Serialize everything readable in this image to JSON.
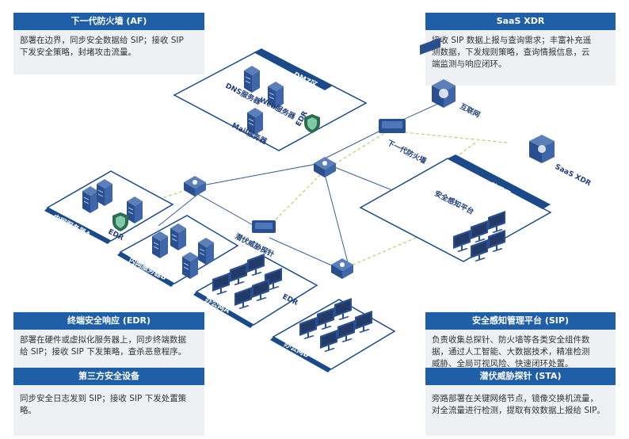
{
  "cards": {
    "af": {
      "title": "下一代防火墙 (AF)",
      "lines": [
        "部署在边界，同步安全数据给 SIP；接收 SIP",
        "下发安全策略，封堵攻击流量。"
      ]
    },
    "xdr": {
      "title": "SaaS XDR",
      "lines": [
        "接收 SIP 数据上报与查询需求；丰富补充遥",
        "测数据，下发规则策略，查询情报信息，云",
        "端监测与响应闭环。"
      ]
    },
    "edr": {
      "title": "终端安全响应 (EDR)",
      "lines": [
        "部署在硬件或虚拟化服务器上，同步终端数据",
        "给 SIP；接收 SIP 下发策略，查杀恶意程序。"
      ]
    },
    "third": {
      "title": "第三方安全设备",
      "lines": [
        "同步安全日志发到 SIP；接收 SIP 下发处置策",
        "略。"
      ]
    },
    "sip": {
      "title": "安全感知管理平台 (SIP)",
      "lines": [
        "负责收集总探针、防火墙等各类安全组件数",
        "据，通过人工智能、大数据技术，精准检测",
        "威胁、全局可视风险、快速闭环处置。"
      ]
    },
    "sta": {
      "title": "潜伏威胁探针 (STA)",
      "lines": [
        "旁路部署在关键网络节点，镜像交换机流量，",
        "对全流量进行检测，提取有效数据上报给 SIP。"
      ]
    }
  },
  "diagram": {
    "zones": {
      "dmz": "DMZ区",
      "mgmt": "管理区",
      "server_a": "内网服务器A",
      "server_b": "内网服务器B",
      "office_a": "办公网A",
      "office_b": "办公网B"
    },
    "nodes": {
      "dns": "DNS服务器",
      "web": "Web服务器",
      "mail": "Mail服务器",
      "edr_dmz": "EDR",
      "edr_srv": "EDR",
      "edr_office": "EDR",
      "internet": "互联网",
      "firewall": "下一代防火墙",
      "saas_xdr": "SaaS XDR",
      "sip": "安全感知平台",
      "sta": "潜伏威胁探针"
    }
  },
  "colors": {
    "primary": "#1f5fa8",
    "card_bg": "#eef0f3",
    "zone_fill": "#ffffff",
    "zone_stroke": "#1a4a8a",
    "dash_line": "#b5d36b",
    "link_line": "#3a5f9a"
  }
}
